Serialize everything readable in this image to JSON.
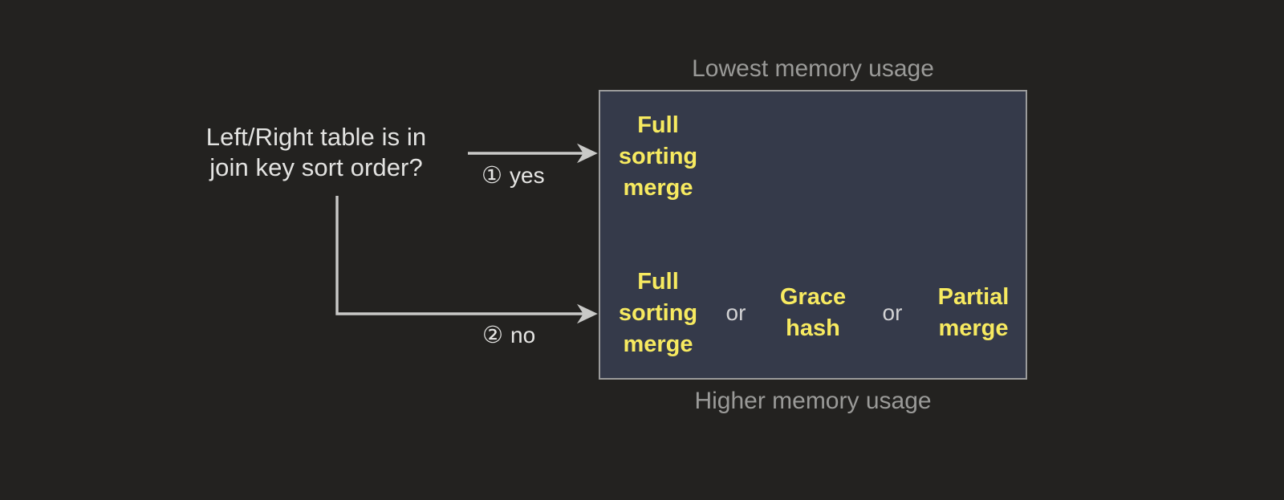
{
  "diagram": {
    "question": "Left/Right table is in\njoin key sort order?",
    "captions": {
      "top": "Lowest memory usage",
      "bottom": "Higher memory usage"
    },
    "branches": [
      {
        "num": "①",
        "label": "yes"
      },
      {
        "num": "②",
        "label": "no"
      }
    ],
    "rows": [
      {
        "name": "sorted-branch-result",
        "options": [
          "Full\nsorting\nmerge"
        ],
        "separators": []
      },
      {
        "name": "unsorted-branch-result",
        "options": [
          "Full\nsorting\nmerge",
          "Grace\nhash",
          "Partial\nmerge"
        ],
        "separators": [
          "or",
          "or"
        ]
      }
    ],
    "colors": {
      "background": "#232220",
      "box_fill": "#353a4a",
      "box_border": "#9b9b9b",
      "option_text": "#f7ea60",
      "body_text": "#e3e3e1",
      "caption_text": "#9a9a98",
      "connector": "#c9c9c7"
    }
  }
}
